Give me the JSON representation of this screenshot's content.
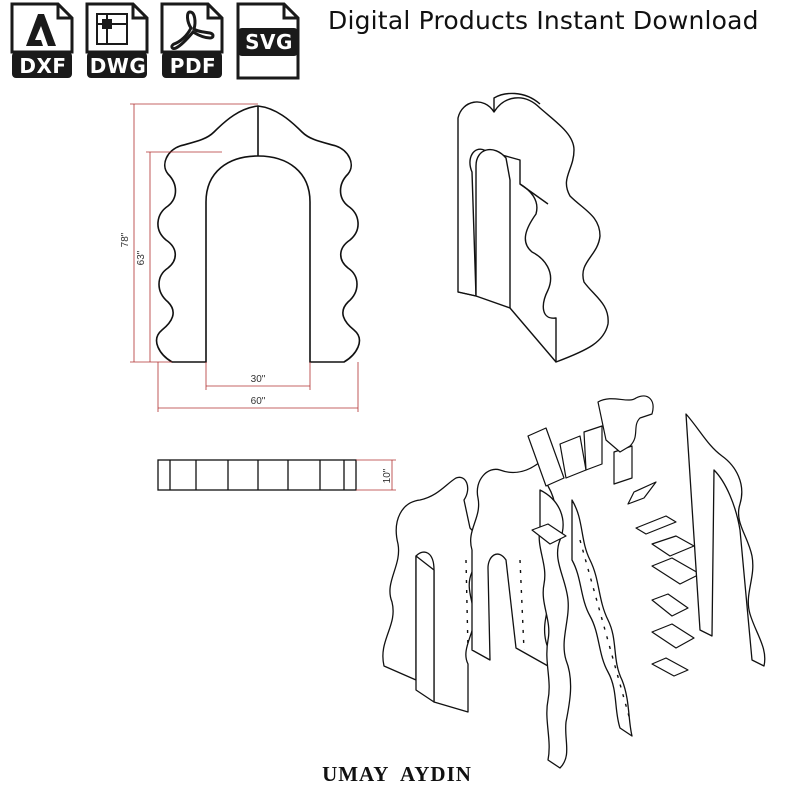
{
  "file_formats": [
    {
      "label": "DXF",
      "icon": "acrobat-logo-icon"
    },
    {
      "label": "DWG",
      "icon": "cad-drawing-icon"
    },
    {
      "label": "PDF",
      "icon": "pdf-logo-icon"
    },
    {
      "label": "SVG",
      "icon": "svg-file-icon"
    }
  ],
  "headline": "Digital Products Instant Download",
  "dimensions": {
    "total_height": "78\"",
    "inner_height": "63\"",
    "inner_width": "30\"",
    "total_width": "60\"",
    "depth": "10\""
  },
  "author": "UMAY  AYDIN",
  "colors": {
    "icon_dark": "#1a1a1a",
    "dimension_line": "#b03030",
    "outline": "#111111"
  }
}
